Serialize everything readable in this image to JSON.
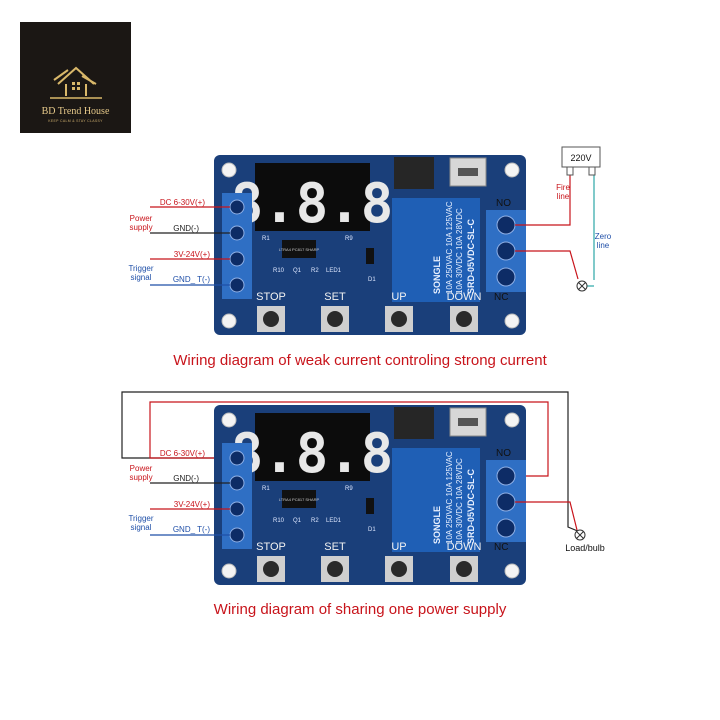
{
  "logo": {
    "name": "BD Trend House",
    "tagline": "KEEP CALM & STAY CLASSY",
    "icon": "house-logo-icon"
  },
  "board_labels": {
    "buttons": [
      "STOP",
      "SET",
      "UP",
      "DOWN"
    ],
    "terminals": [
      "NO",
      "NC"
    ],
    "relay_brand": "SONGLE",
    "relay_spec_1": "10A 250VAC 10A 125VAC",
    "relay_spec_2": "10A 30VDC 10A 28VDC",
    "relay_model": "SRD-05VDC-SL-C",
    "components": [
      "R1",
      "R9",
      "R10",
      "Q1",
      "R2",
      "LED1",
      "D1"
    ],
    "chip_text": "LTRA4 PC817 SHARP"
  },
  "colors": {
    "board": "#1a3f7a",
    "relay": "#1f5fb5",
    "terminal": "#2f6fc4",
    "wire_red": "#c8141b",
    "wire_blue": "#1f4fa8",
    "wire_teal": "#2aa6a6",
    "wire_black": "#222222"
  },
  "diagram1": {
    "caption": "Wiring diagram of weak current controling strong current",
    "left_labels": {
      "dc": "DC 6-30V(+)",
      "gnd": "GND(-)",
      "power": "Power",
      "supply": "supply",
      "v": "3V-24V(+)",
      "gndt": "GND_ T(-)",
      "trigger": "Trigger",
      "signal": "signal"
    },
    "source": "220V",
    "fire": "Fire",
    "fire2": "line",
    "zero": "Zero",
    "zero2": "line"
  },
  "diagram2": {
    "caption": "Wiring diagram of sharing one power supply",
    "left_labels": {
      "dc": "DC 6-30V(+)",
      "gnd": "GND(-)",
      "power": "Power",
      "supply": "supply",
      "v": "3V-24V(+)",
      "gndt": "GND_ T(-)",
      "trigger": "Trigger",
      "signal": "signal"
    },
    "load": "Load/bulb"
  }
}
